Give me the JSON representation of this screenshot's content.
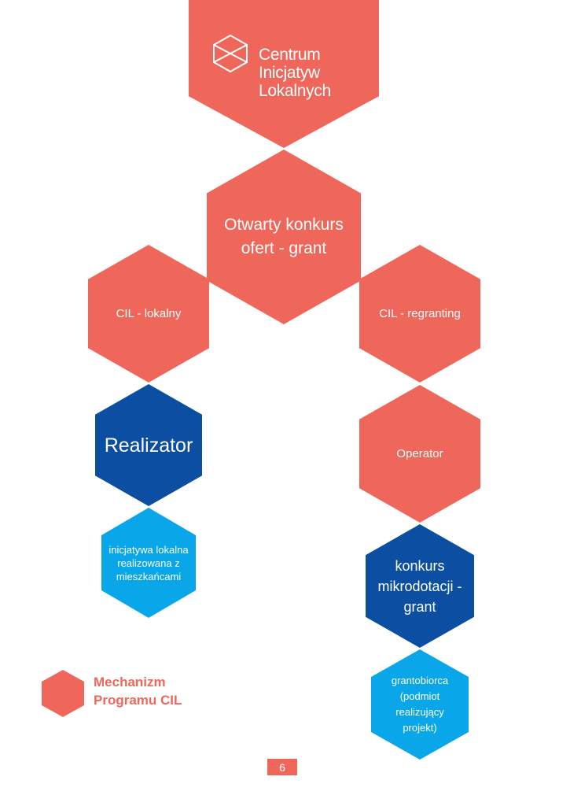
{
  "logo": {
    "line1": "Centrum",
    "line2": "Inicjatyw",
    "line3": "Lokalnych",
    "icon": "hexagon-cube-outline-icon"
  },
  "nodes": {
    "konkurs": "Otwarty konkurs ofert - grant",
    "cil_lokalny": "CIL - lokalny",
    "cil_regranting": "CIL - regranting",
    "realizator": "Realizator",
    "operator": "Operator",
    "inicjatywa": "inicjatywa lokalna realizowana z mieszkańcami",
    "mikrodotacje": "konkurs mikrodotacji - grant",
    "grantobiorca": "grantobiorca (podmiot realizujący projekt)"
  },
  "legend": {
    "line1": "Mechanizm",
    "line2": "Programu CIL"
  },
  "page_number": "6",
  "colors": {
    "coral": "#ef675b",
    "navy": "#0b4ea2",
    "sky": "#0aa6ea"
  }
}
